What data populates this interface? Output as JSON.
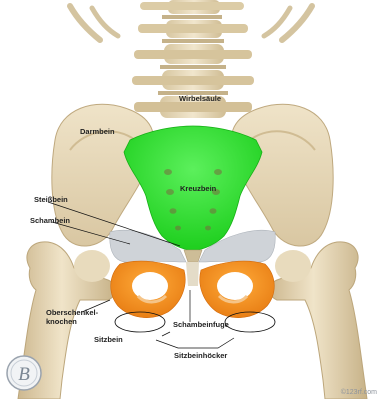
{
  "labels": {
    "wirbelsaeule": "Wirbelsäule",
    "darmbein": "Darmbein",
    "kreuzbein": "Kreuzbein",
    "steissbein": "Steißbein",
    "schambein": "Schambein",
    "oberschenkelknochen": "Oberschenkel-knochen",
    "sitzbein": "Sitzbein",
    "schambeinfuge": "Schambeinfuge",
    "sitzbeinhoecker": "Sitzbeinhöcker"
  },
  "watermark": "©123rf.com",
  "logo_letter": "B",
  "colors": {
    "background": "#ffffff",
    "bone": "#e9dcc0",
    "bone_shadow": "#c9b791",
    "sacrum_highlight": "#33e633",
    "pubis_highlight": "#cfd3d8",
    "ischium_highlight": "#f28c1a",
    "label_text": "#222222",
    "leader_line": "#111111"
  }
}
